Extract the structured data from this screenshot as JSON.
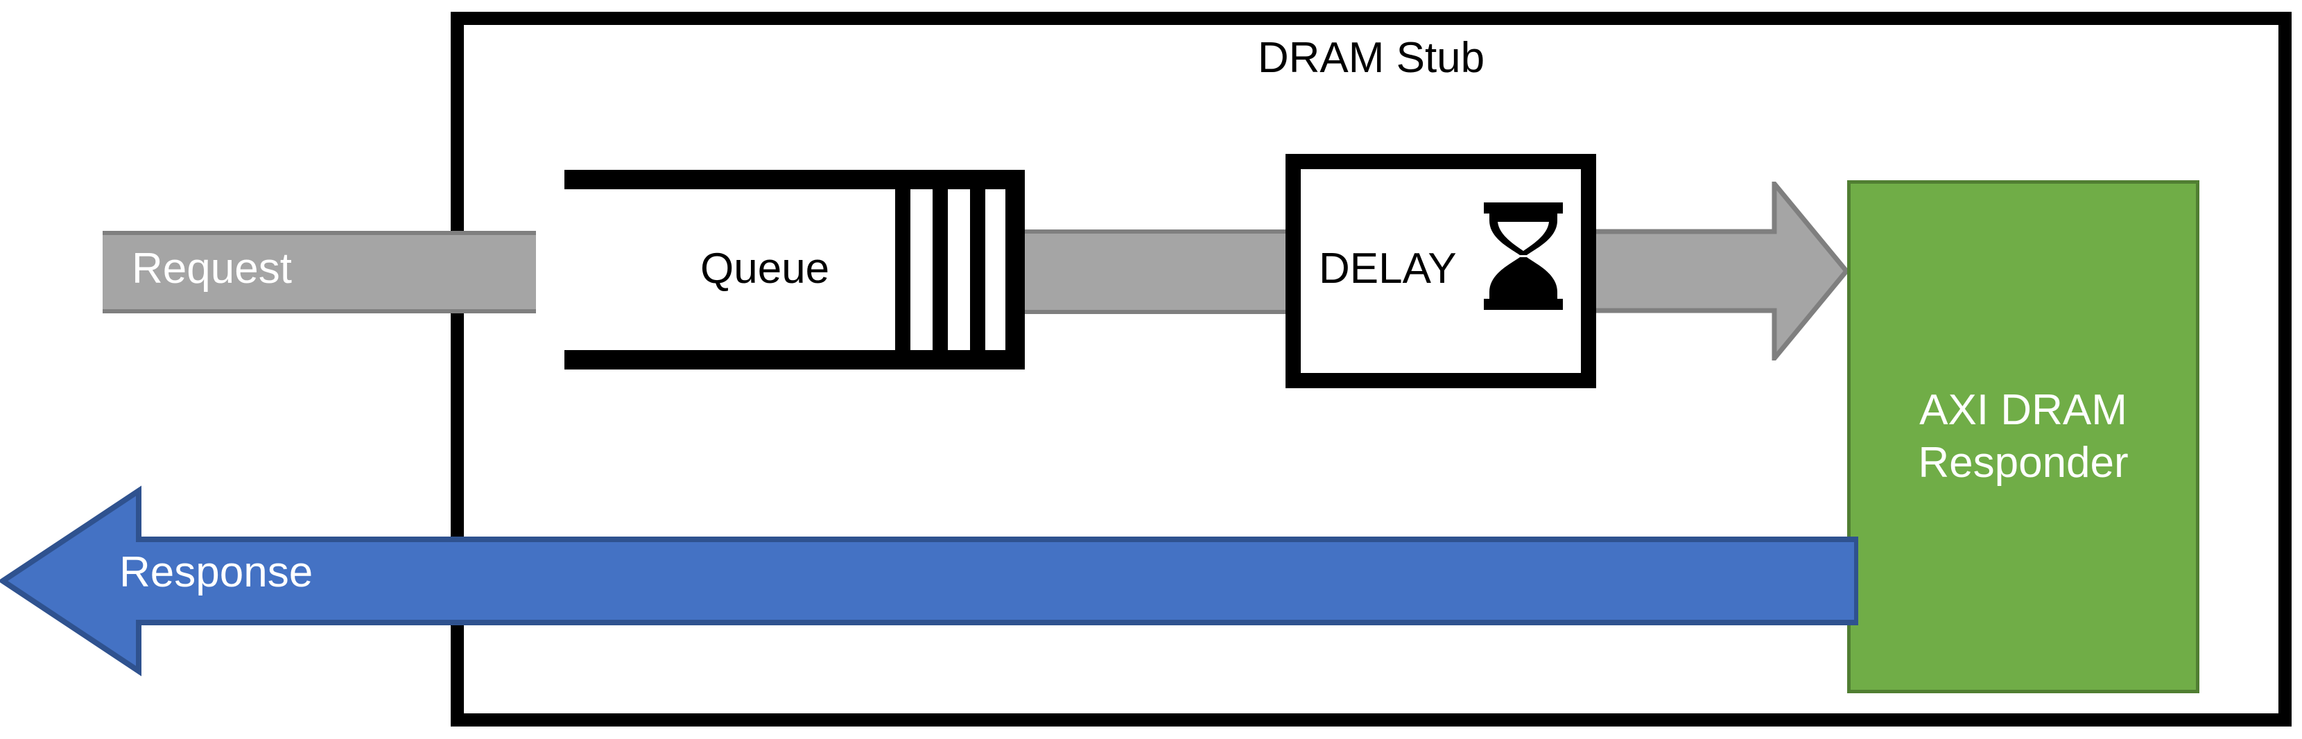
{
  "diagram": {
    "title": "DRAM Stub",
    "frame_color": "#000000",
    "background": "#ffffff"
  },
  "flows": {
    "request": {
      "label": "Request",
      "fill": "#A5A5A5",
      "stroke": "#7F7F7F",
      "direction": "right",
      "shape": "bar"
    },
    "queue_to_delay": {
      "label": "",
      "fill": "#A5A5A5",
      "stroke": "#7F7F7F",
      "direction": "right",
      "shape": "bar"
    },
    "delay_to_responder": {
      "label": "",
      "fill": "#A5A5A5",
      "stroke": "#7F7F7F",
      "direction": "right",
      "shape": "arrow"
    },
    "response": {
      "label": "Response",
      "fill": "#4472C4",
      "stroke": "#2F528F",
      "direction": "left",
      "shape": "arrow"
    }
  },
  "blocks": {
    "queue": {
      "label": "Queue",
      "icon": "queue-slots-icon",
      "slot_count": 3,
      "stroke": "#000000",
      "fill": "#ffffff"
    },
    "delay": {
      "label": "DELAY",
      "icon": "hourglass-icon",
      "stroke": "#000000",
      "fill": "#ffffff"
    },
    "responder": {
      "label": "AXI DRAM\nResponder",
      "fill": "#70AD47",
      "stroke": "#507E32",
      "text_color": "#ffffff"
    }
  }
}
